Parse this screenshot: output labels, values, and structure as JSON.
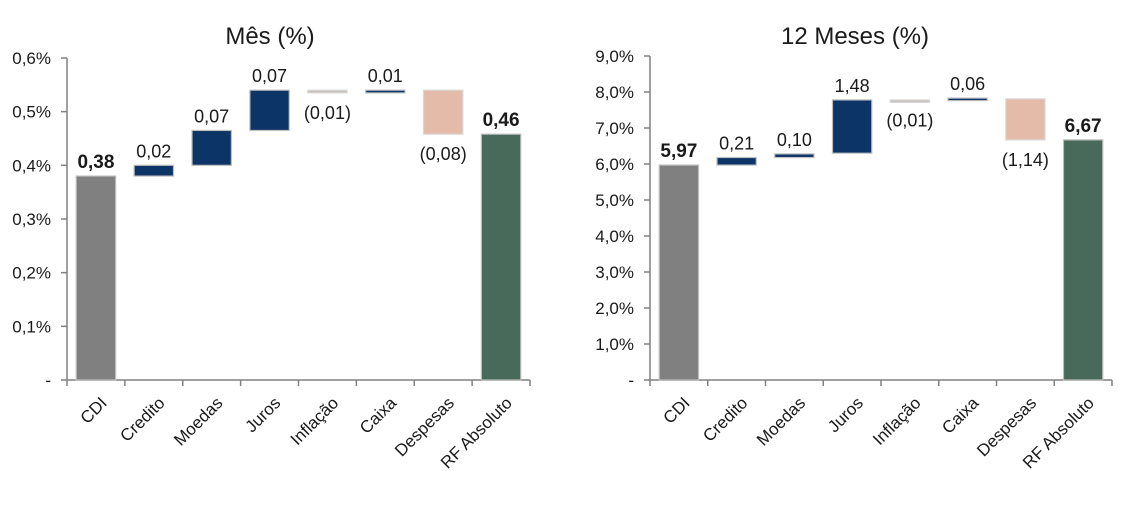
{
  "chart_data": [
    {
      "type": "bar",
      "subtype": "waterfall",
      "title": "Mês (%)",
      "categories": [
        "CDI",
        "Credito",
        "Moedas",
        "Juros",
        "Inflação",
        "Caixa",
        "Despesas",
        "RF Absoluto"
      ],
      "y_tick_labels": [
        "-",
        "0,1%",
        "0,2%",
        "0,3%",
        "0,4%",
        "0,5%",
        "0,6%"
      ],
      "ylim": [
        0,
        0.6
      ],
      "grid": false,
      "bars": [
        {
          "category": "CDI",
          "kind": "total",
          "start": 0,
          "end": 0.38,
          "label": "0,38",
          "color": "#808080"
        },
        {
          "category": "Credito",
          "kind": "delta",
          "start": 0.38,
          "end": 0.4,
          "label": "0,02",
          "color": "#0d3466"
        },
        {
          "category": "Moedas",
          "kind": "delta",
          "start": 0.4,
          "end": 0.465,
          "label": "0,07",
          "color": "#0d3466"
        },
        {
          "category": "Juros",
          "kind": "delta",
          "start": 0.465,
          "end": 0.54,
          "label": "0,07",
          "color": "#0d3466"
        },
        {
          "category": "Inflação",
          "kind": "delta",
          "start": 0.54,
          "end": 0.535,
          "label": "(0,01)",
          "color": "#c6bdb6"
        },
        {
          "category": "Caixa",
          "kind": "delta",
          "start": 0.535,
          "end": 0.54,
          "label": "0,01",
          "color": "#0d3466"
        },
        {
          "category": "Despesas",
          "kind": "delta",
          "start": 0.54,
          "end": 0.458,
          "label": "(0,08)",
          "color": "#e4bba8"
        },
        {
          "category": "RF Absoluto",
          "kind": "total",
          "start": 0,
          "end": 0.458,
          "label": "0,46",
          "color": "#476a5a"
        }
      ]
    },
    {
      "type": "bar",
      "subtype": "waterfall",
      "title": "12 Meses (%)",
      "categories": [
        "CDI",
        "Credito",
        "Moedas",
        "Juros",
        "Inflação",
        "Caixa",
        "Despesas",
        "RF Absoluto"
      ],
      "y_tick_labels": [
        "-",
        "1,0%",
        "2,0%",
        "3,0%",
        "4,0%",
        "5,0%",
        "6,0%",
        "7,0%",
        "8,0%",
        "9,0%"
      ],
      "ylim": [
        0,
        9.0
      ],
      "grid": false,
      "bars": [
        {
          "category": "CDI",
          "kind": "total",
          "start": 0,
          "end": 5.97,
          "label": "5,97",
          "color": "#808080"
        },
        {
          "category": "Credito",
          "kind": "delta",
          "start": 5.97,
          "end": 6.18,
          "label": "0,21",
          "color": "#0d3466"
        },
        {
          "category": "Moedas",
          "kind": "delta",
          "start": 6.18,
          "end": 6.28,
          "label": "0,10",
          "color": "#0d3466"
        },
        {
          "category": "Juros",
          "kind": "delta",
          "start": 6.3,
          "end": 7.78,
          "label": "1,48",
          "color": "#0d3466"
        },
        {
          "category": "Inflação",
          "kind": "delta",
          "start": 7.78,
          "end": 7.77,
          "label": "(0,01)",
          "color": "#c6bdb6"
        },
        {
          "category": "Caixa",
          "kind": "delta",
          "start": 7.77,
          "end": 7.83,
          "label": "0,06",
          "color": "#0d3466"
        },
        {
          "category": "Despesas",
          "kind": "delta",
          "start": 7.81,
          "end": 6.67,
          "label": "(1,14)",
          "color": "#e4bba8"
        },
        {
          "category": "RF Absoluto",
          "kind": "total",
          "start": 0,
          "end": 6.67,
          "label": "6,67",
          "color": "#476a5a"
        }
      ]
    }
  ]
}
